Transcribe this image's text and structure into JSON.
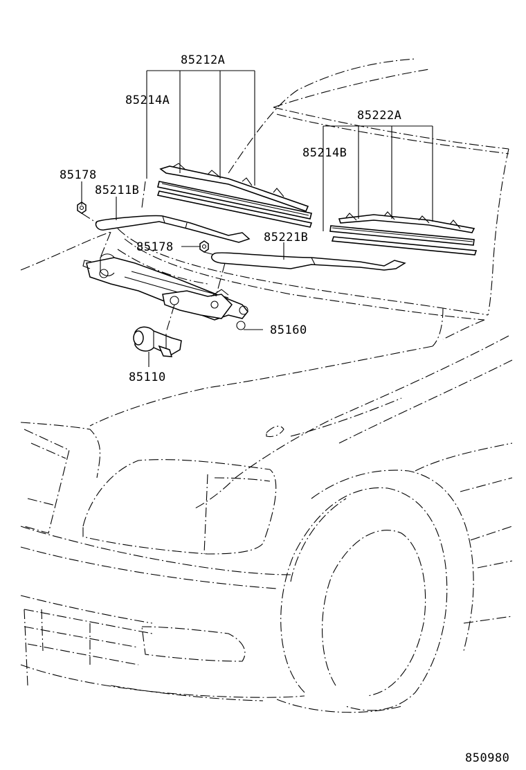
{
  "diagram": {
    "labels": {
      "p85212A": "85212A",
      "p85214A": "85214A",
      "p85222A": "85222A",
      "p85214B": "85214B",
      "p85178_top": "85178",
      "p85211B": "85211B",
      "p85178_mid": "85178",
      "p85221B": "85221B",
      "p85160": "85160",
      "p85110": "85110"
    },
    "figure_code": "850980"
  }
}
